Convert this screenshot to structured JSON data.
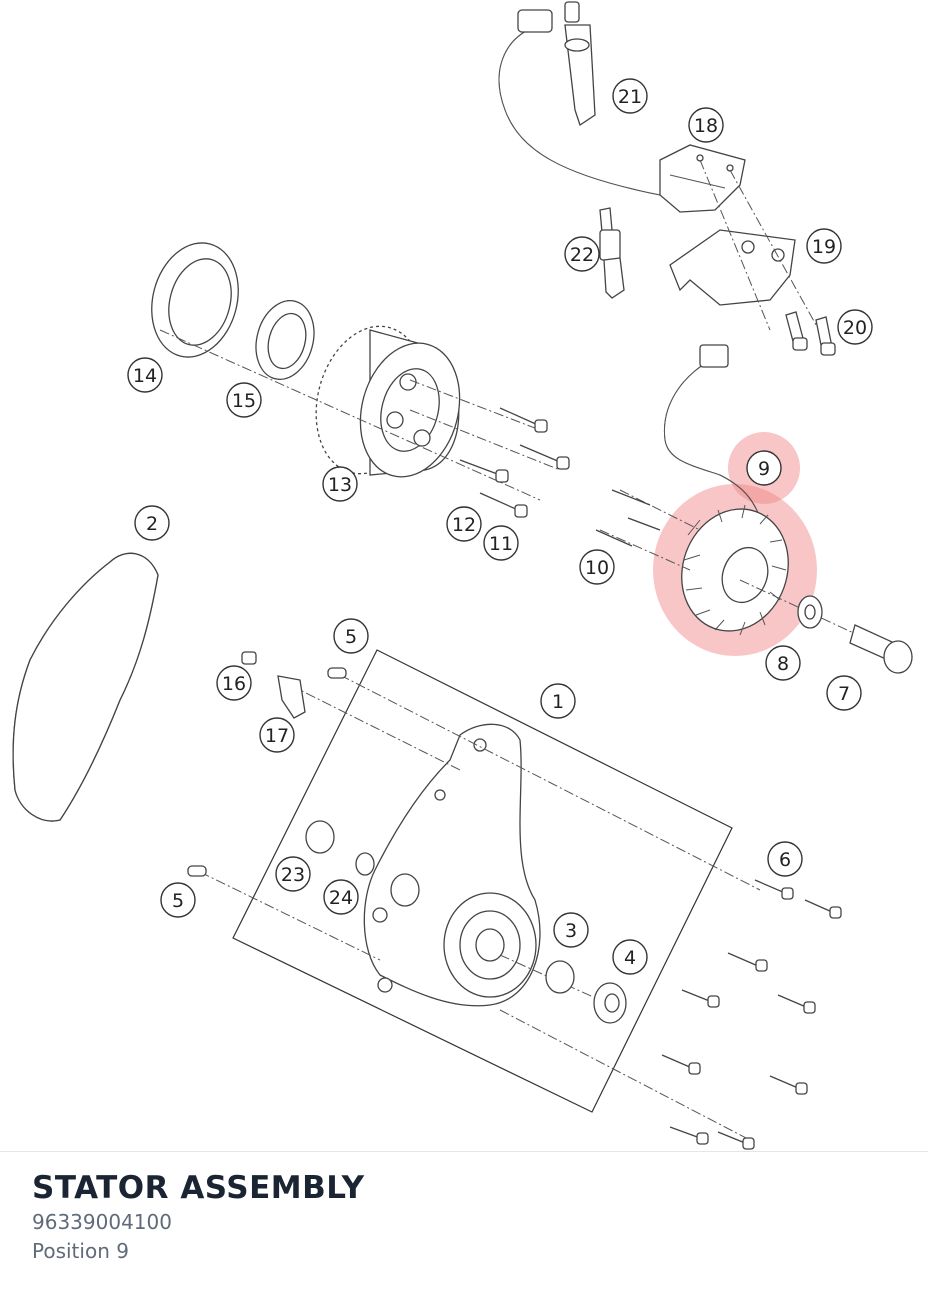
{
  "callouts": [
    {
      "label": "1"
    },
    {
      "label": "2"
    },
    {
      "label": "3"
    },
    {
      "label": "4"
    },
    {
      "label": "5"
    },
    {
      "label": "5"
    },
    {
      "label": "6"
    },
    {
      "label": "7"
    },
    {
      "label": "8"
    },
    {
      "label": "9"
    },
    {
      "label": "10"
    },
    {
      "label": "11"
    },
    {
      "label": "12"
    },
    {
      "label": "13"
    },
    {
      "label": "14"
    },
    {
      "label": "15"
    },
    {
      "label": "16"
    },
    {
      "label": "17"
    },
    {
      "label": "18"
    },
    {
      "label": "19"
    },
    {
      "label": "20"
    },
    {
      "label": "21"
    },
    {
      "label": "22"
    },
    {
      "label": "23"
    },
    {
      "label": "24"
    }
  ],
  "highlight": {
    "label": "9",
    "color": "#f08080"
  },
  "part": {
    "title": "STATOR ASSEMBLY",
    "number": "96339004100",
    "position": "Position 9"
  }
}
